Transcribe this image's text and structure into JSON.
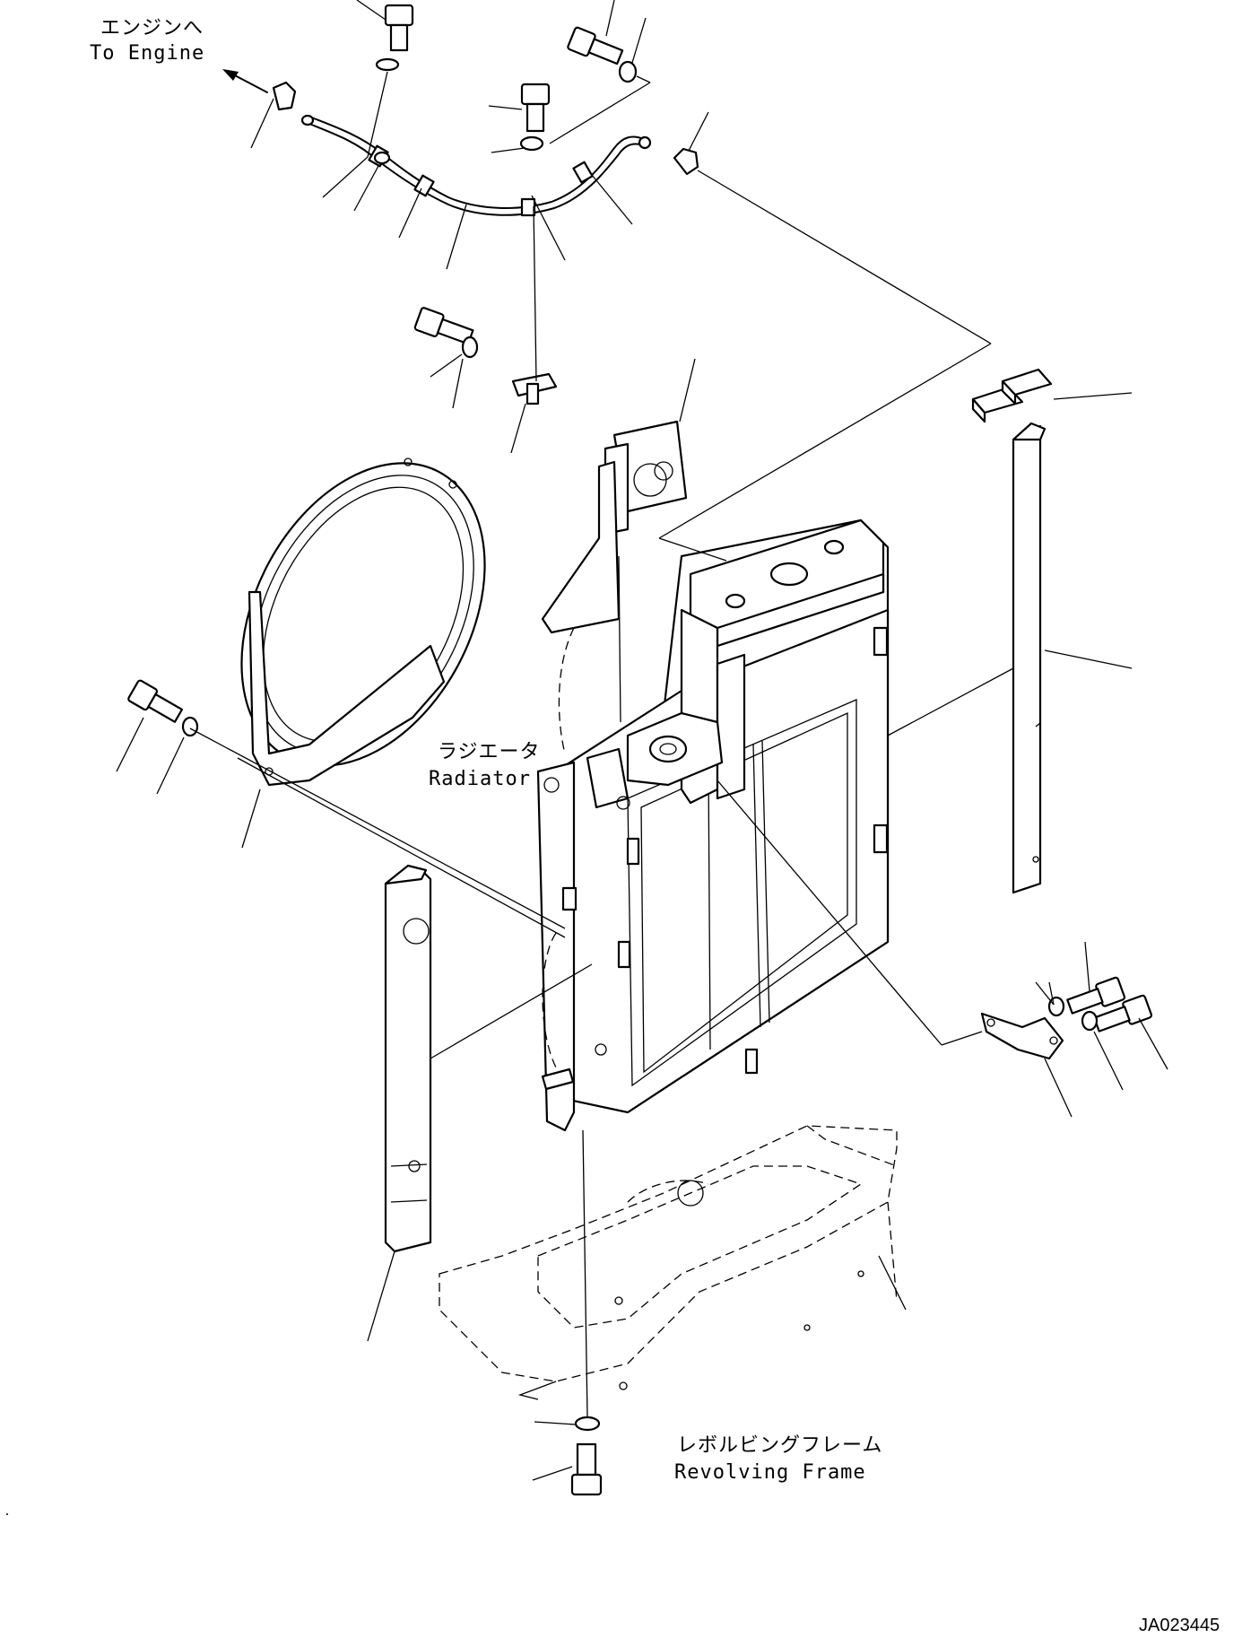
{
  "labels": {
    "engine_jp": "エンジンへ",
    "engine_en": "To Engine",
    "radiator_jp": "ラジエータ",
    "radiator_en": "Radiator",
    "frame_jp": "レボルビングフレーム",
    "frame_en": "Revolving Frame"
  },
  "drawing_code": "JA023445"
}
